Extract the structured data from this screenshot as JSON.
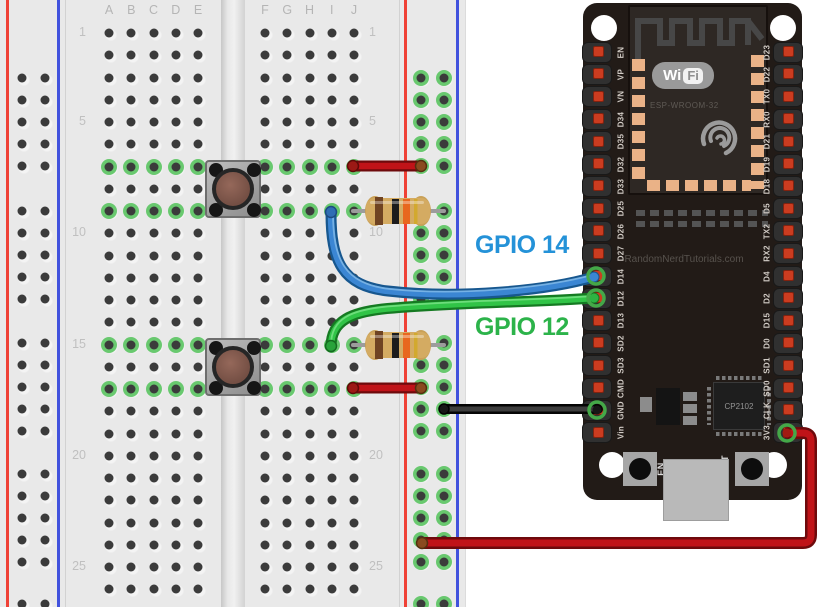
{
  "breadboard": {
    "column_letters": [
      "A",
      "B",
      "C",
      "D",
      "E",
      "F",
      "G",
      "H",
      "I",
      "J"
    ],
    "row_number_labels": [
      "1",
      "5",
      "10",
      "15",
      "20",
      "25"
    ],
    "rail_line_colors": {
      "positive": "#ef4136",
      "negative": "#4152dd"
    }
  },
  "gpio_labels": {
    "gpio14": {
      "text": "GPIO 14",
      "color": "#2492d8"
    },
    "gpio12": {
      "text": "GPIO 12",
      "color": "#2cb34a"
    }
  },
  "esp32": {
    "left_pins": [
      "EN",
      "VP",
      "VN",
      "D34",
      "D35",
      "D32",
      "D33",
      "D25",
      "D26",
      "D27",
      "D14",
      "D12",
      "D13",
      "SD2",
      "SD3",
      "CMD",
      "GND",
      "Vin"
    ],
    "right_pins": [
      "D23",
      "D22",
      "TX0",
      "RX0",
      "D21",
      "D19",
      "D18",
      "D5",
      "TX2",
      "RX2",
      "D4",
      "D2",
      "D15",
      "D0",
      "SD1",
      "SD0",
      "CLK",
      "3V3"
    ],
    "wifi_logo_wi": "Wi",
    "wifi_logo_fi": "Fi",
    "module_label": "ESP-WROOM-32",
    "watermark": "RandomNerdTutorials.com",
    "usb_chip_label": "CP2102",
    "en_button_label": "EN",
    "boot_button_label": "BOOT"
  },
  "components": {
    "pushbutton_count": 2,
    "resistor_count": 2,
    "resistor_band_colors": [
      "brown",
      "black",
      "orange",
      "gold"
    ]
  },
  "wire_colors": {
    "power_red": "#c01318",
    "ground_black": "#2e2e2e",
    "gpio14_blue": "#3b86d3",
    "gpio12_green": "#31c447"
  },
  "connections": [
    {
      "wire": "red",
      "from": "breadboard J7 (pushbutton 1)",
      "to": "right rail + column"
    },
    {
      "wire": "blue",
      "from": "breadboard I9 (pushbutton 1)",
      "to": "ESP32 D14",
      "label": "GPIO 14"
    },
    {
      "wire": "resistor brown-black-orange-gold",
      "from": "breadboard J9",
      "to": "right rail - column"
    },
    {
      "wire": "green",
      "from": "breadboard I15 (pushbutton 2)",
      "to": "ESP32 D12",
      "label": "GPIO 12"
    },
    {
      "wire": "resistor brown-black-orange-gold",
      "from": "breadboard J15",
      "to": "right rail - column"
    },
    {
      "wire": "red",
      "from": "breadboard J17 (pushbutton 2)",
      "to": "right rail + column"
    },
    {
      "wire": "black",
      "from": "right rail - column",
      "to": "ESP32 GND"
    },
    {
      "wire": "red",
      "from": "ESP32 3V3",
      "to": "right rail + column (bottom)"
    }
  ]
}
